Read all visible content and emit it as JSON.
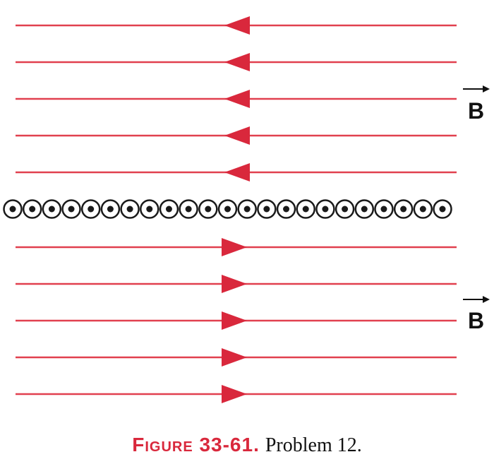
{
  "figure": {
    "upper_field": {
      "line_count": 5,
      "direction": "left"
    },
    "lower_field": {
      "line_count": 5,
      "direction": "right"
    },
    "current_sheet": {
      "symbol": "dot-in-circle (out of page)",
      "conductor_count": 23
    },
    "field_labels": [
      {
        "text": "B",
        "vector_arrow": true
      },
      {
        "text": "B",
        "vector_arrow": true
      }
    ]
  },
  "caption": {
    "label": "Figure 33-61.",
    "text": "Problem 12."
  },
  "colors": {
    "field_line": "#E1404F",
    "arrowhead": "#D9283C",
    "conductor": "#1a1a1a",
    "caption_label": "#D9283C",
    "caption_text": "#111111"
  }
}
